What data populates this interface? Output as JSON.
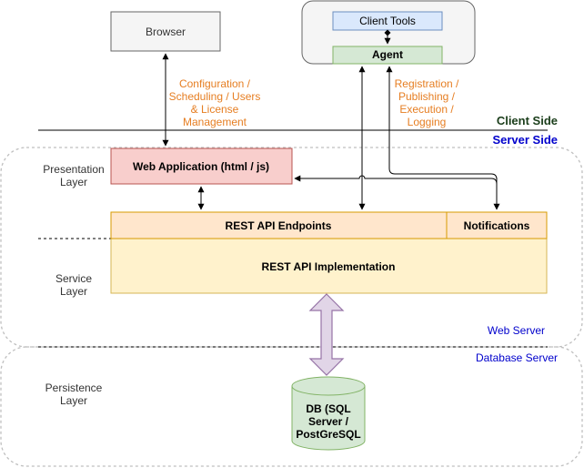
{
  "nodes": {
    "browser": "Browser",
    "client_tools": "Client Tools",
    "agent": "Agent",
    "web_application": "Web Application (html / js)",
    "rest_api_endpoints": "REST API Endpoints",
    "notifications": "Notifications",
    "rest_api_implementation": "REST API Implementation",
    "db_lines": [
      "DB (SQL",
      "Server /",
      "PostGreSQL"
    ]
  },
  "annotations": {
    "browser_link_lines": [
      "Configuration /",
      "Scheduling / Users",
      "& License",
      "Management"
    ],
    "agent_link_lines": [
      "Registration /",
      "Publishing /",
      "Execution /",
      "Logging"
    ]
  },
  "zones": {
    "client_side": "Client Side",
    "server_side": "Server Side",
    "web_server": "Web Server",
    "database_server": "Database Server"
  },
  "layers": {
    "presentation": [
      "Presentation",
      "Layer"
    ],
    "service": [
      "Service",
      "Layer"
    ],
    "persistence": [
      "Persistence",
      "Layer"
    ]
  },
  "colors": {
    "annotation_orange": "#e67e22",
    "zone_blue": "#0000cc",
    "client_side_green": "#1a3d1a",
    "web_app_fill": "#f8cecc",
    "web_app_stroke": "#b85450",
    "rest_fill": "#ffe6cc",
    "rest_stroke": "#d79b00",
    "impl_fill": "#fff2cc",
    "impl_stroke": "#d6b656",
    "agent_fill": "#d5e8d4",
    "agent_stroke": "#82b366",
    "client_tools_fill": "#dae8fc",
    "client_tools_stroke": "#6c8ebf",
    "db_fill": "#d5e8d4",
    "db_stroke": "#82b366",
    "big_arrow_fill": "#e1d5e7",
    "big_arrow_stroke": "#9673a6"
  }
}
